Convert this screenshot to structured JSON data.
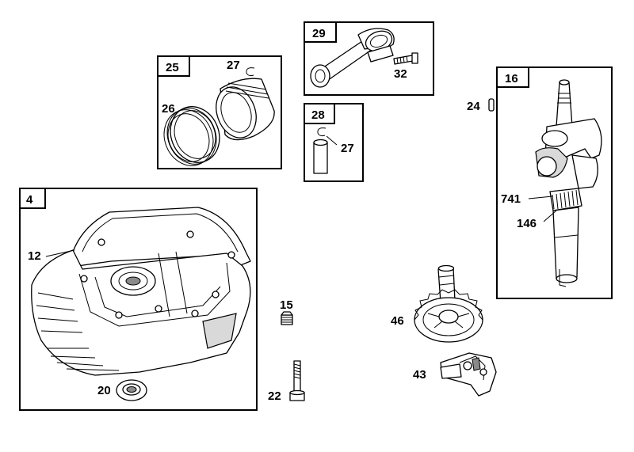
{
  "groups": {
    "g25": "25",
    "g29": "29",
    "g28": "28",
    "g16": "16",
    "g4": "4"
  },
  "labels": {
    "l27a": "27",
    "l26": "26",
    "l32": "32",
    "l27b": "27",
    "l24": "24",
    "l741": "741",
    "l146": "146",
    "l12": "12",
    "l15": "15",
    "l46": "46",
    "l43": "43",
    "l20": "20",
    "l22": "22"
  }
}
